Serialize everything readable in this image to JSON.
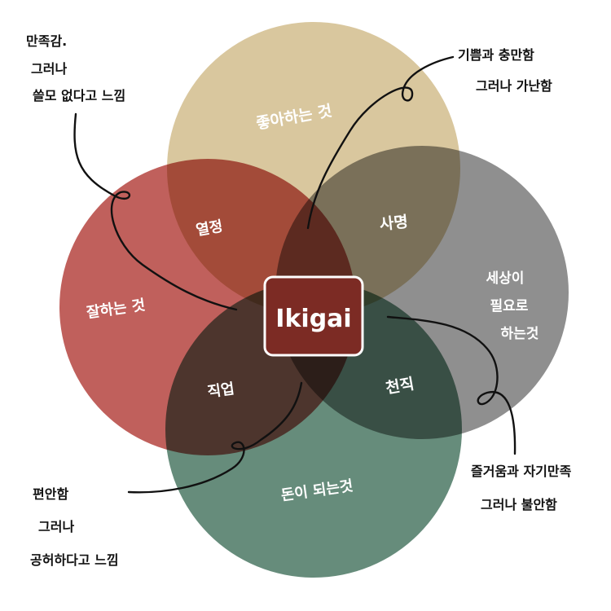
{
  "colors": {
    "love": "#D9C79E",
    "good_at": "#C0605C",
    "world_needs": "#8F8F8F",
    "paid_for": "#668C7B",
    "badge_fill": "#7C2B24",
    "badge_border": "#ffffff",
    "ink": "#111111"
  },
  "center_badge": "Ikigai",
  "circles": {
    "love": "좋아하는 것",
    "good_at": "잘하는 것",
    "world_needs": [
      "세상이",
      "필요로",
      "하는것"
    ],
    "paid_for": "돈이 되는것"
  },
  "overlaps": {
    "passion": "열정",
    "mission": "사명",
    "profession": "직업",
    "vocation": "천직"
  },
  "annotations": {
    "top_left": [
      "만족감.",
      "그러나",
      "쓸모 없다고 느낌"
    ],
    "top_right": [
      "기쁨과 충만함",
      "그러나 가난함"
    ],
    "bottom_left": [
      "편안함",
      "그러나",
      "공허하다고 느낌"
    ],
    "bottom_right": [
      "즐거움과 자기만족",
      "그러나 불안함"
    ]
  }
}
